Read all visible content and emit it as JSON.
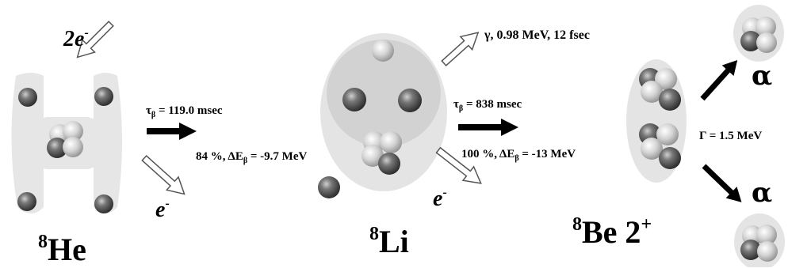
{
  "nuclei": {
    "he8": {
      "mass": "8",
      "symbol": "He"
    },
    "li8": {
      "mass": "8",
      "symbol": "Li"
    },
    "be8": {
      "mass": "8",
      "symbol": "Be 2",
      "charge": "+"
    }
  },
  "capture": {
    "text": "2e",
    "sup": "-"
  },
  "beta1": {
    "tau_sym": "τ",
    "tau_sub": "β",
    "tau_rest": " = 119.0 msec",
    "branch": "84 %, ΔE",
    "branch_sub": "β",
    "branch_rest": " = -9.7 MeV",
    "e_label": "e",
    "e_sup": "-"
  },
  "gamma": {
    "text": "γ, 0.98 MeV, 12 fsec"
  },
  "beta2": {
    "tau_sym": "τ",
    "tau_sub": "β",
    "tau_rest": " = 838 msec",
    "branch": "100 %, ΔE",
    "branch_sub": "β",
    "branch_rest": " = -13 MeV",
    "e_label": "e",
    "e_sup": "-"
  },
  "width": {
    "text": "Γ = 1.5 MeV"
  },
  "alpha_labels": [
    "α",
    "α"
  ],
  "colors": {
    "ellipse": "#e4e4e4",
    "inner_ellipse": "#d2d2d2",
    "particle_dark": "#3a3a3a",
    "particle_light": "#c8c8c8",
    "arrow": "#000000"
  }
}
